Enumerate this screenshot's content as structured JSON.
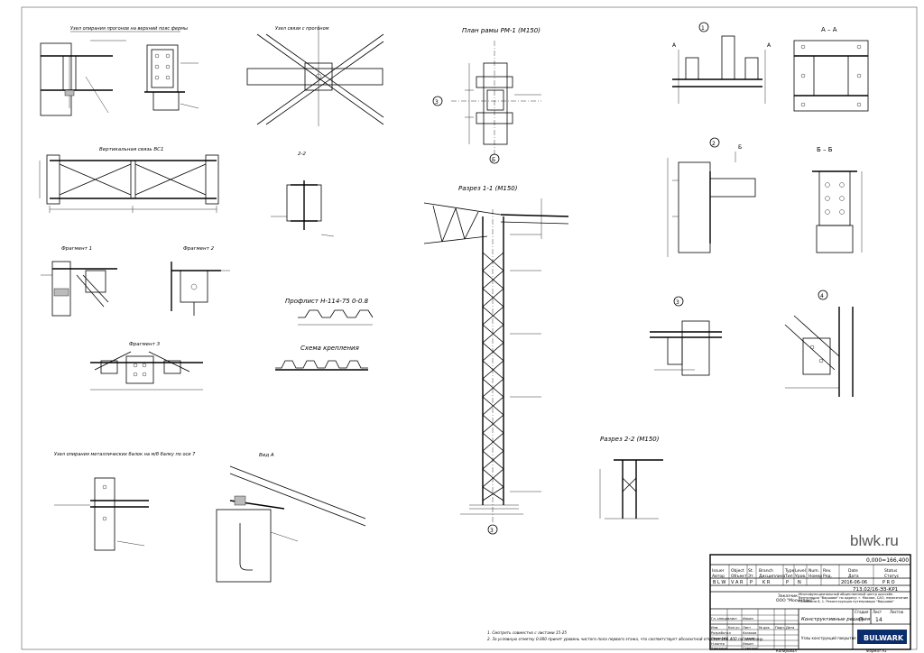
{
  "drawings": {
    "top_node": "Узел опирания прогонов на верхний пояс фермы",
    "bracing_node": "Узел связи с прогоном",
    "plan": "План рамы РМ-1 (М150)",
    "detail_1": "1",
    "section_aa": "А – А",
    "vertical_brace": "Вертикальная связь ВС1",
    "section_22_small": "2-2",
    "detail_2": "2",
    "section_bb": "Б – Б",
    "section_11": "Разрез 1-1 (М150)",
    "fragment_1": "Фрагмент 1",
    "fragment_2": "Фрагмент 2",
    "fragment_3": "Фрагмент 3",
    "profile": "Профлист Н-114-75 0-0.8",
    "scheme": "Схема крепления",
    "detail_3": "3",
    "detail_4": "4",
    "section_22": "Разрез 2-2 (М150)",
    "purlin_node": "Узел опирания металлических балок на м/б балку по оси 7",
    "node_a": "Вид А"
  },
  "marks": {
    "axis_3": "3",
    "axis_b": "Б",
    "arrow_a": "А",
    "arrow_b": "Б",
    "ref": "0,000=166,400"
  },
  "titleblock": {
    "headers": [
      "Issuer",
      "Object",
      "St.",
      "Branch",
      "Type",
      "Level",
      "Num.",
      "Rev.",
      "Date",
      "Status"
    ],
    "headers_ru": [
      "Автор",
      "Объект",
      "Эт.",
      "Дисциплина",
      "Тип",
      "Уров.",
      "Номер",
      "Ред.",
      "Дата",
      "Статус"
    ],
    "codes": [
      "B L W",
      "V A R",
      "P",
      "K R",
      "P",
      "N",
      "",
      "",
      "2016-06-06",
      "P R O"
    ],
    "doc_number": "713.02/16-ЭЗ-КР1",
    "customer_label": "Заказчик:",
    "customer": "ООО \"Мосимпекс\"",
    "project": "Многофункциональный общественный центр шоссейн. Вентиляция \"Варшава\" по адресу: г. Москва, САО, пересечение Головкина 8, 1. Реконструкция путепровода \"Варшава\"",
    "stage_label": "Стадия",
    "sheet_label": "Лист",
    "sheets_label": "Листов",
    "stage": "П",
    "sheet": "14",
    "sheet_title": "Конструктивные решения",
    "drawing_title": "Узлы конструкций покрытия ВС-1, РМ-1",
    "roles": [
      "Разработал",
      "Проверил",
      "",
      "Н.контр",
      "Утвердил"
    ],
    "names": [
      "Казаков",
      "Гудков",
      "",
      "Ильин",
      "Семенов"
    ],
    "role_headers": [
      "Изм.",
      "Кол.уч",
      "Лист",
      "№ док",
      "Подп.",
      "Дата"
    ],
    "bulwark": "BULWARK",
    "gip_label": "Гл. специалист",
    "gip_name": "Ильин"
  },
  "notes": {
    "n1": "1. Смотреть совместно с листами 15-25",
    "n2": "2. За условную отметку 0.000 принят уровень чистого пола первого этажа, что соответствует абсолютной отметке 166.400 по генплану."
  },
  "footer": {
    "copied": "Копировал",
    "format": "Формат А1"
  },
  "watermark": "blwk.ru"
}
